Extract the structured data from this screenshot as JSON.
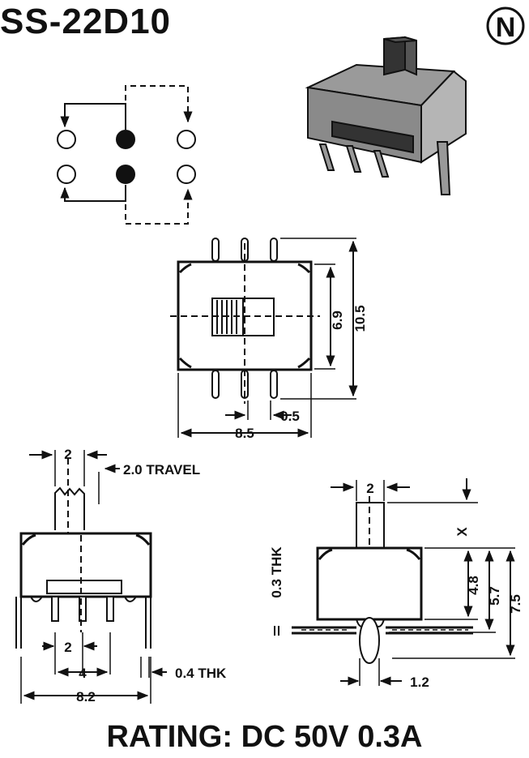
{
  "title": "SS-22D10",
  "logo_letter": "N",
  "rating": "RATING: DC 50V 0.3A",
  "dimensions": {
    "d_6_9": "6.9",
    "d_10_5": "10.5",
    "d_0_5": "0.5",
    "d_8_5": "8.5",
    "d_2_left": "2",
    "travel": "2.0 TRAVEL",
    "pitch_2": "2",
    "pitch_4": "4",
    "thk_0_4": "0.4 THK",
    "width_8_2": "8.2",
    "d_2_right": "2",
    "x": "X",
    "thk_0_3": "0.3 THK",
    "h_4_8": "4.8",
    "h_5_7": "5.7",
    "h_7_5": "7.5",
    "d_1_2": "1.2"
  }
}
